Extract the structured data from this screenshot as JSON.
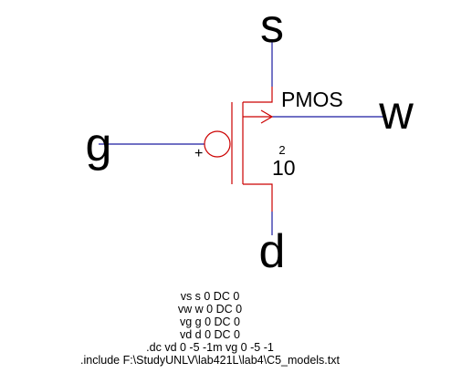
{
  "schematic": {
    "nets": {
      "source": "s",
      "well": "w",
      "gate": "g",
      "drain": "d"
    },
    "device": {
      "model": "PMOS",
      "width": "10",
      "length": "2",
      "gate_polarity": "+"
    },
    "colors": {
      "wire": "#1a1aa0",
      "device": "#cc0000",
      "text": "#000000"
    }
  },
  "netlist": {
    "lines": [
      "vs s 0 DC 0",
      "vw w 0 DC 0",
      "vg g 0 DC 0",
      "vd d 0 DC 0",
      ".dc vd 0 -5 -1m vg 0 -5 -1",
      ".include F:\\StudyUNLV\\lab421L\\lab4\\C5_models.txt"
    ]
  }
}
